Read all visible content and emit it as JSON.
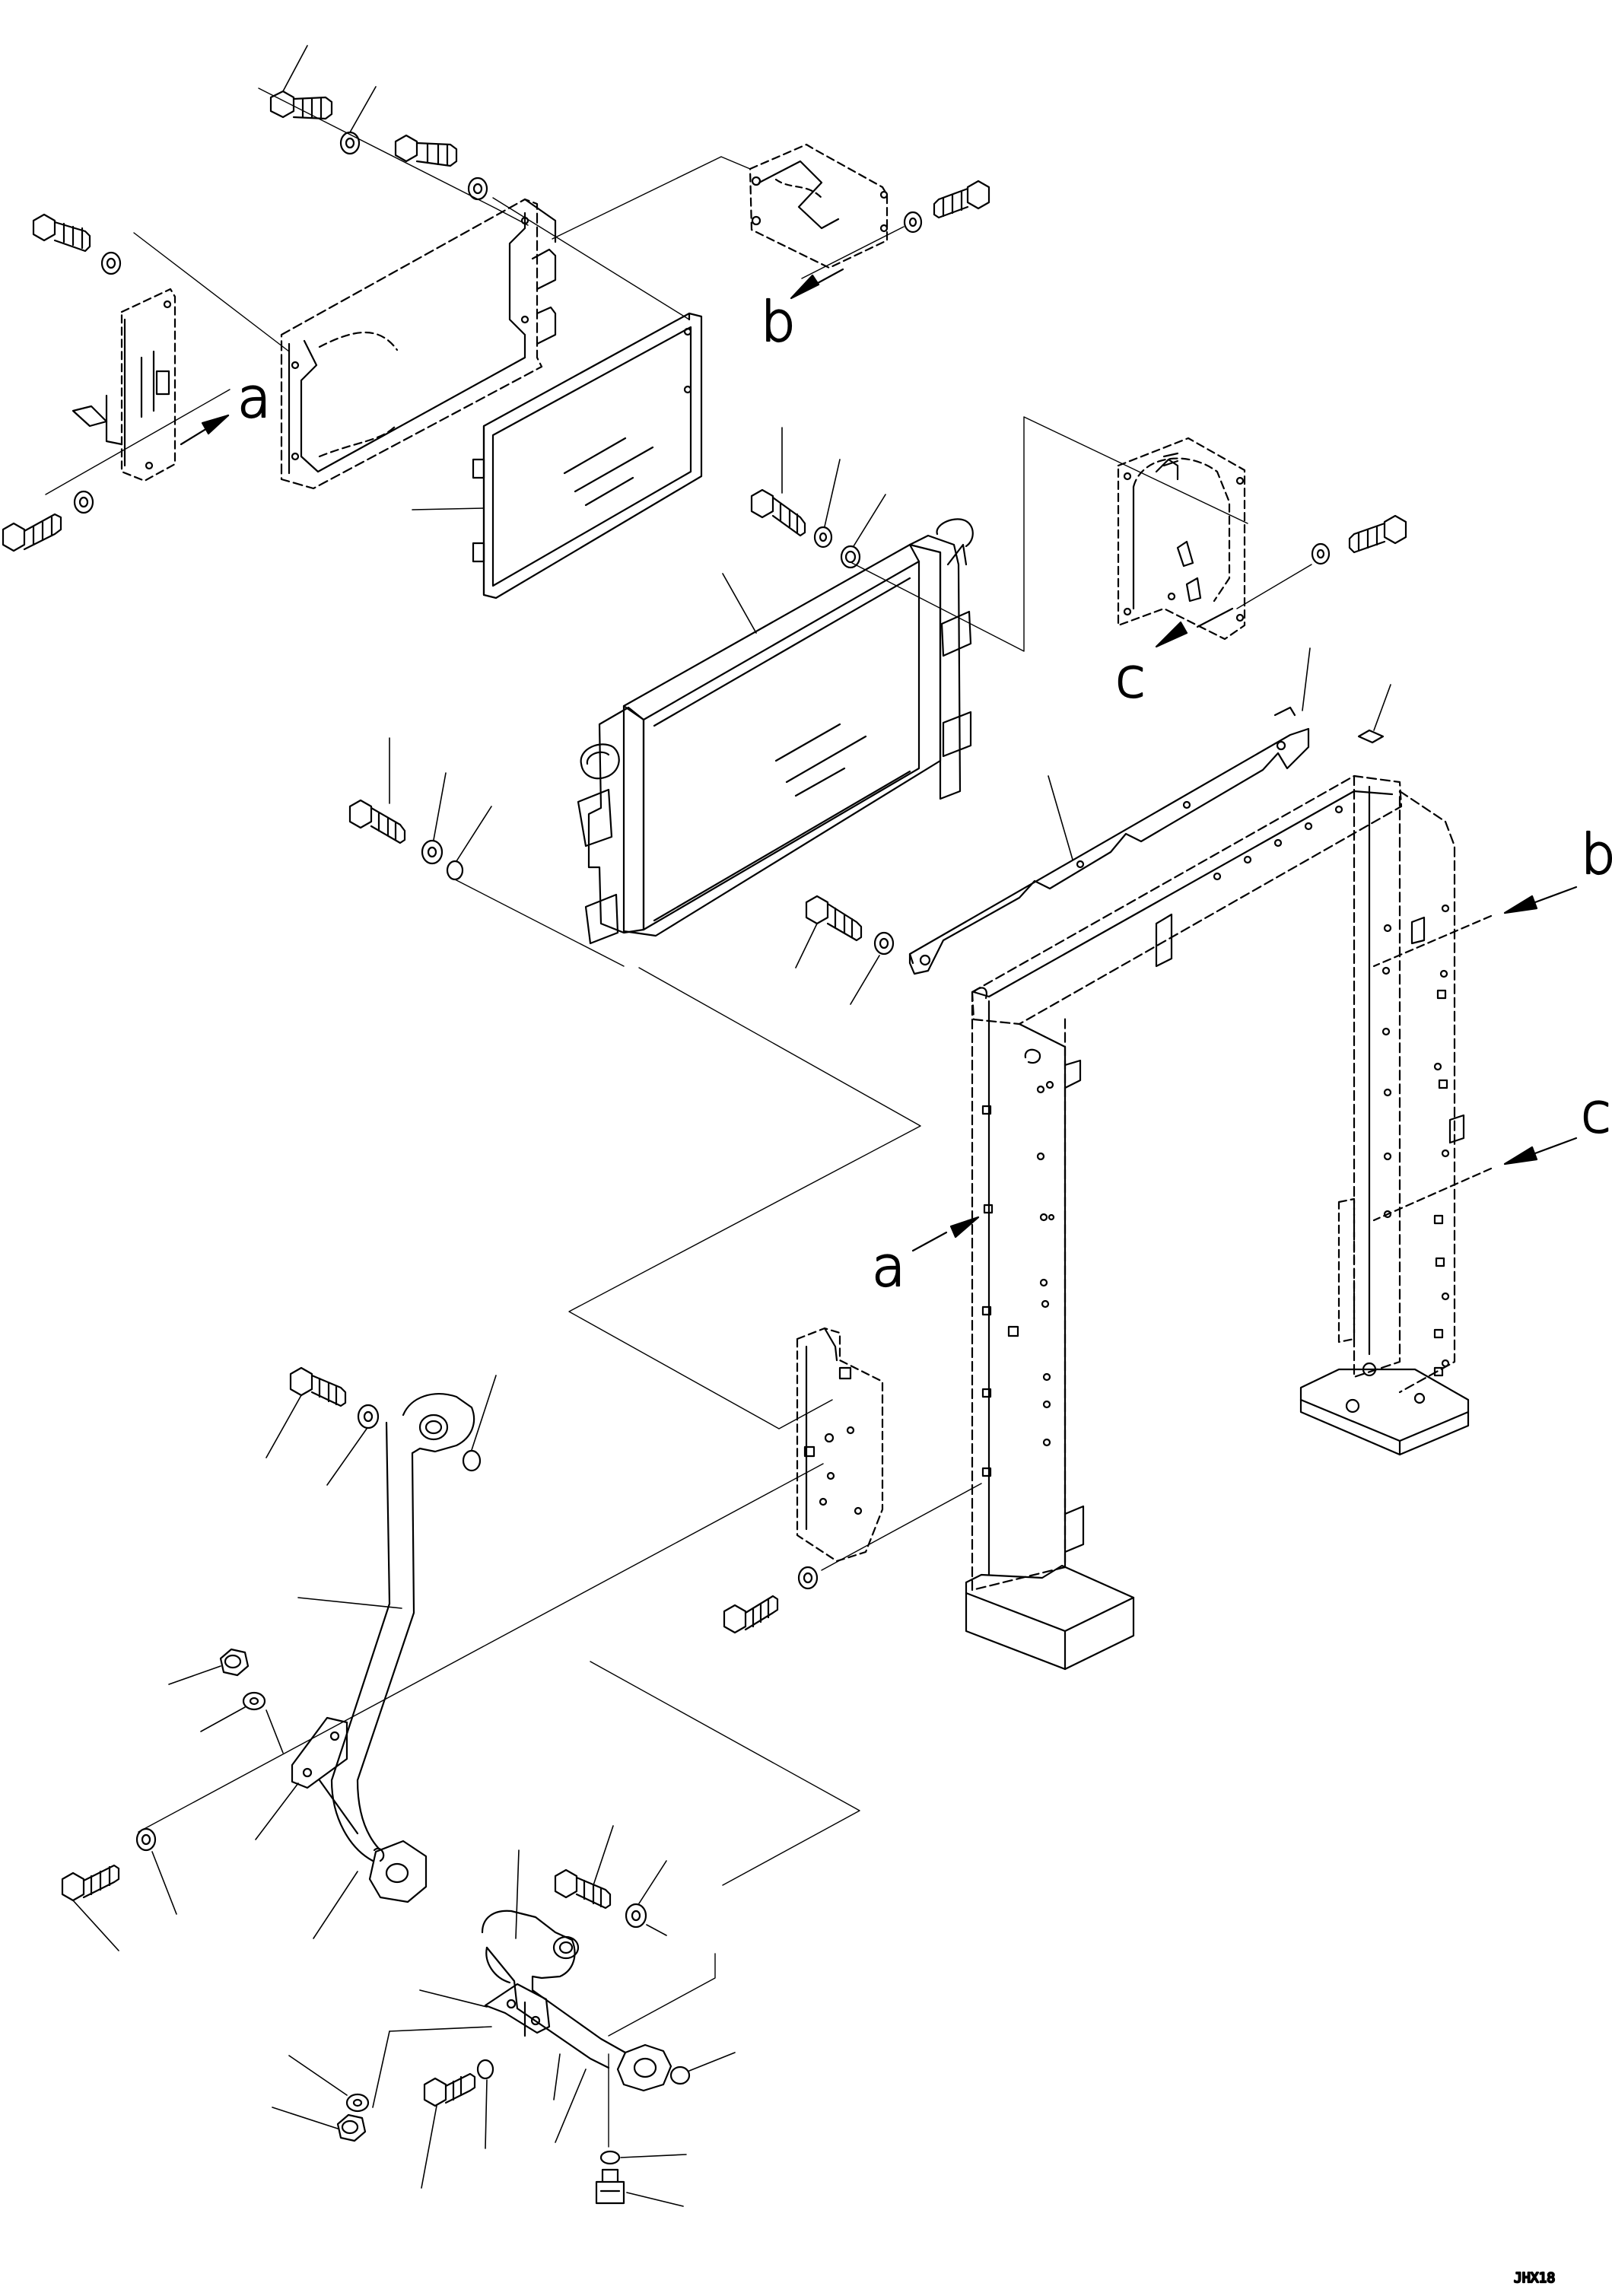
{
  "figure": {
    "callouts": {
      "a": "a",
      "b": "b",
      "c": "c"
    },
    "drawing_code": "JHX18"
  },
  "colors": {
    "stroke": "#000000",
    "background": "#ffffff"
  }
}
